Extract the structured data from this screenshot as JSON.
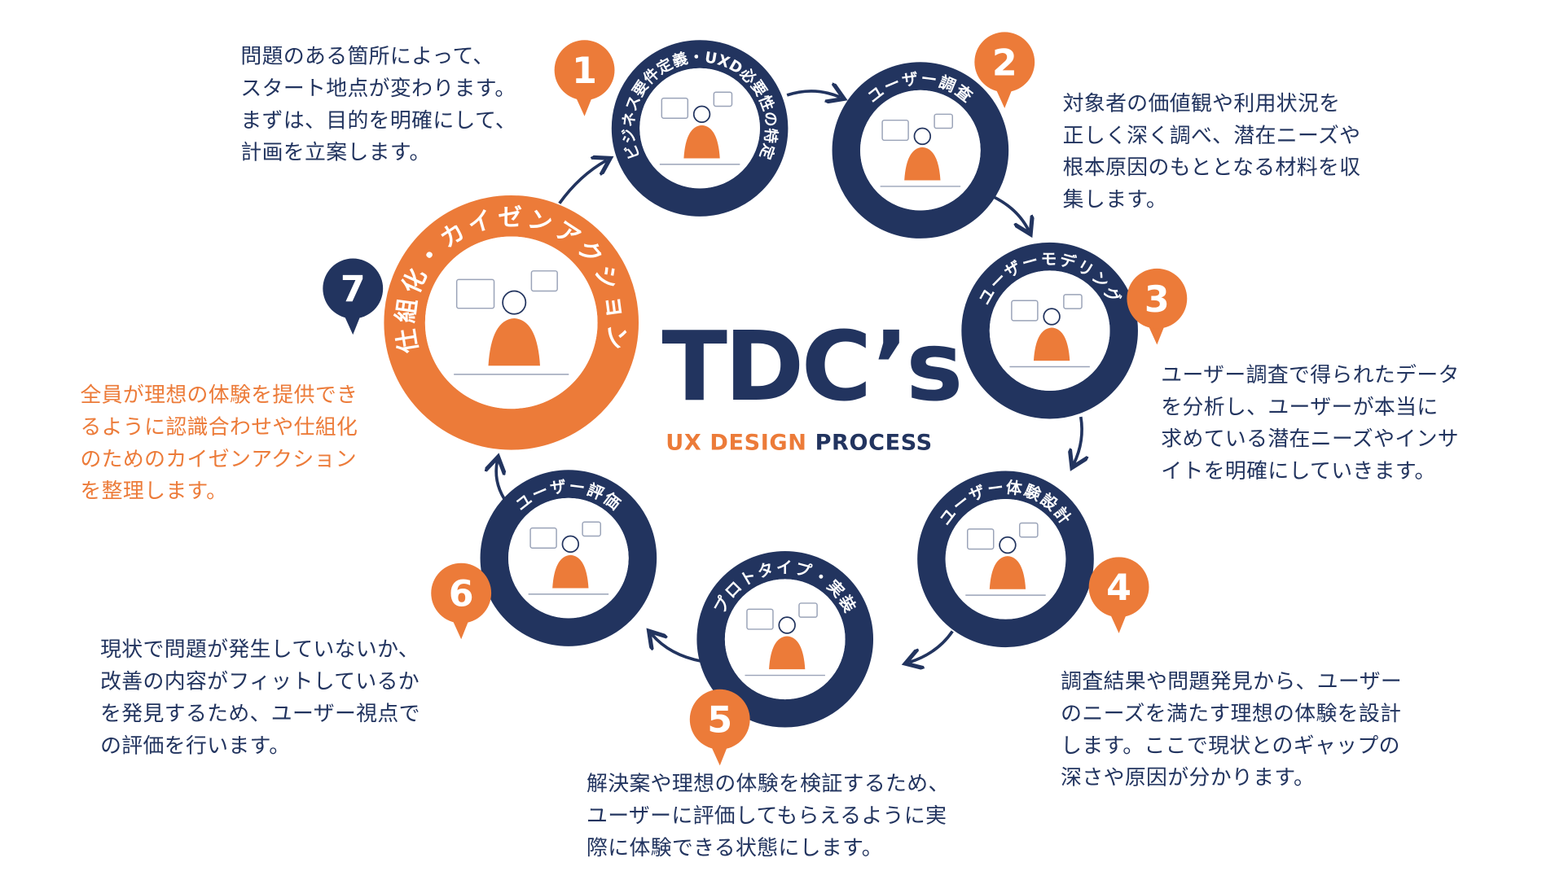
{
  "title": "TDC’s",
  "subtitle": {
    "part1": "UX DESIGN",
    "part2": "PROCESS"
  },
  "colors": {
    "navy": "#22345f",
    "orange": "#ec7b39",
    "white": "#ffffff"
  },
  "steps": [
    {
      "number": "1",
      "title": "ビジネス要件定義・UXD必要性の特定",
      "description": "問題のある箇所によって、\nスタート地点が変わります。\nまずは、目的を明確にして、\n計画を立案します。"
    },
    {
      "number": "2",
      "title": "ユーザー調査",
      "description": "対象者の価値観や利用状況を\n正しく深く調べ、潜在ニーズや\n根本原因のもととなる材料を収\n集します。"
    },
    {
      "number": "3",
      "title": "ユーザーモデリング",
      "description": "ユーザー調査で得られたデータ\nを分析し、ユーザーが本当に\n求めている潜在ニーズやインサ\nイトを明確にしていきます。"
    },
    {
      "number": "4",
      "title": "ユーザー体験設計",
      "description": "調査結果や問題発見から、ユーザー\nのニーズを満たす理想の体験を設計\nします。ここで現状とのギャップの\n深さや原因が分かります。"
    },
    {
      "number": "5",
      "title": "プロトタイプ・実装",
      "description": "解決案や理想の体験を検証するため、\nユーザーに評価してもらえるように実\n際に体験できる状態にします。"
    },
    {
      "number": "6",
      "title": "ユーザー評価",
      "description": "現状で問題が発生していないか、\n改善の内容がフィットしているか\nを発見するため、ユーザー視点で\nの評価を行います。"
    },
    {
      "number": "7",
      "title": "仕組化・カイゼンアクション",
      "description": "全員が理想の体験を提供でき\nるように認識合わせや仕組化\nのためのカイゼンアクション\nを整理します。"
    }
  ]
}
